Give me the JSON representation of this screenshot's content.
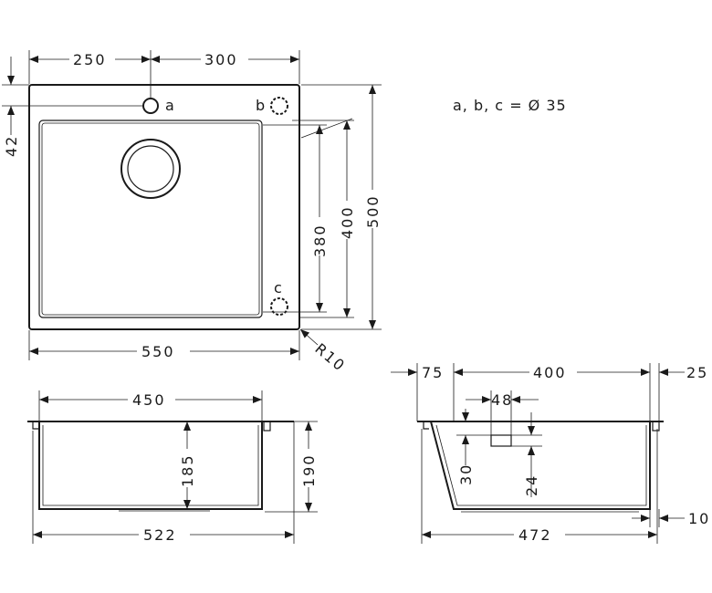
{
  "legend": {
    "holes_note": "a, b, c = Ø 35"
  },
  "top_view": {
    "dims": {
      "left_to_tap": "250",
      "tap_to_right": "300",
      "tap_offset_edge": "42",
      "bowl_depth": "380",
      "outer_inner": "400",
      "overall_depth": "500",
      "overall_width": "550",
      "radius": "R10"
    },
    "holes": {
      "a": "a",
      "b": "b",
      "c": "c"
    }
  },
  "front_view": {
    "dims": {
      "bowl_width": "450",
      "overall_width": "522",
      "bowl_depth": "185",
      "overall_height": "190"
    }
  },
  "side_view": {
    "dims": {
      "left_offset": "75",
      "bowl_length": "400",
      "right_offset": "25",
      "outlet_width": "48",
      "outlet_drop": "30",
      "outlet_height": "24",
      "bottom_length": "472",
      "bottom_offset": "10"
    }
  }
}
